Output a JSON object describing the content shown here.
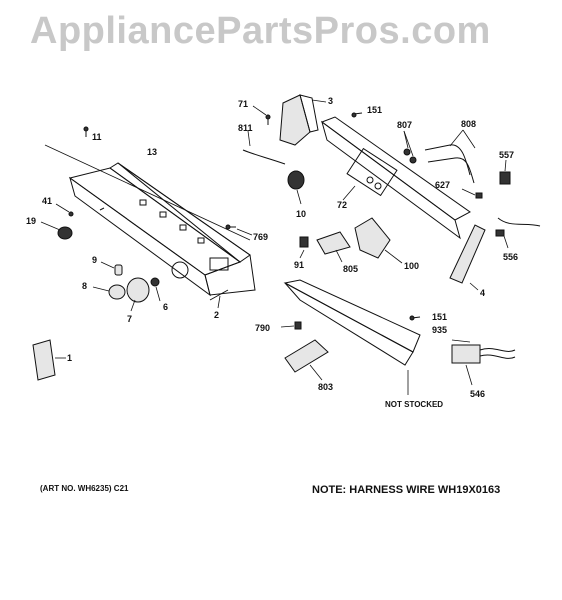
{
  "watermark": "AppliancePartsPros.com",
  "labels": {
    "p1": "1",
    "p2": "2",
    "p3": "3",
    "p4": "4",
    "p6": "6",
    "p7": "7",
    "p8": "8",
    "p9": "9",
    "p10": "10",
    "p11": "11",
    "p13": "13",
    "p19": "19",
    "p41": "41",
    "p71": "71",
    "p72": "72",
    "p91": "91",
    "p100": "100",
    "p151a": "151",
    "p151b": "151",
    "p546": "546",
    "p556": "556",
    "p557": "557",
    "p627": "627",
    "p769": "769",
    "p790": "790",
    "p803": "803",
    "p805": "805",
    "p807": "807",
    "p808": "808",
    "p811": "811",
    "p935": "935",
    "not_stocked": "NOT STOCKED"
  },
  "footer": {
    "art_no": "(ART NO. WH6235) C21",
    "note": "NOTE: HARNESS WIRE WH19X0163"
  }
}
